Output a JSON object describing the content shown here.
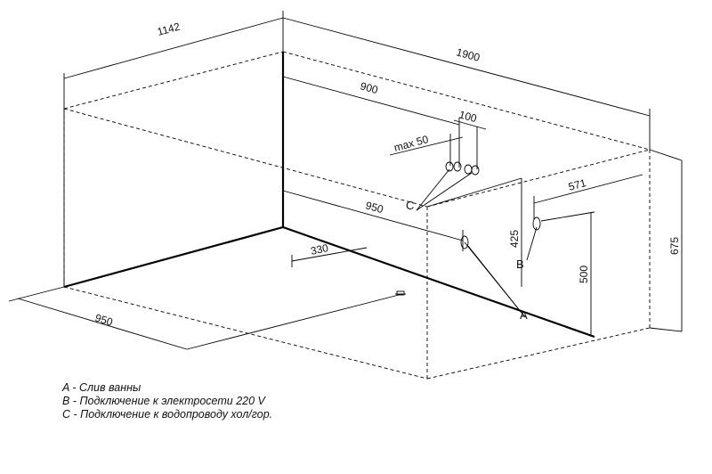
{
  "dimensions": {
    "width_1142": "1142",
    "length_1900": "1900",
    "d900": "900",
    "d100": "100",
    "max50": "max 50",
    "d950_top": "950",
    "d330": "330",
    "d950_left": "950",
    "d571": "571",
    "d425": "425",
    "d500": "500",
    "d675": "675"
  },
  "points": {
    "a": "A",
    "b": "B",
    "c": "C"
  },
  "legend": {
    "a": "A - Слив ванны",
    "b": "B - Подключение к электросети 220 V",
    "c": "C - Подключение к водопроводу хол/гор."
  }
}
